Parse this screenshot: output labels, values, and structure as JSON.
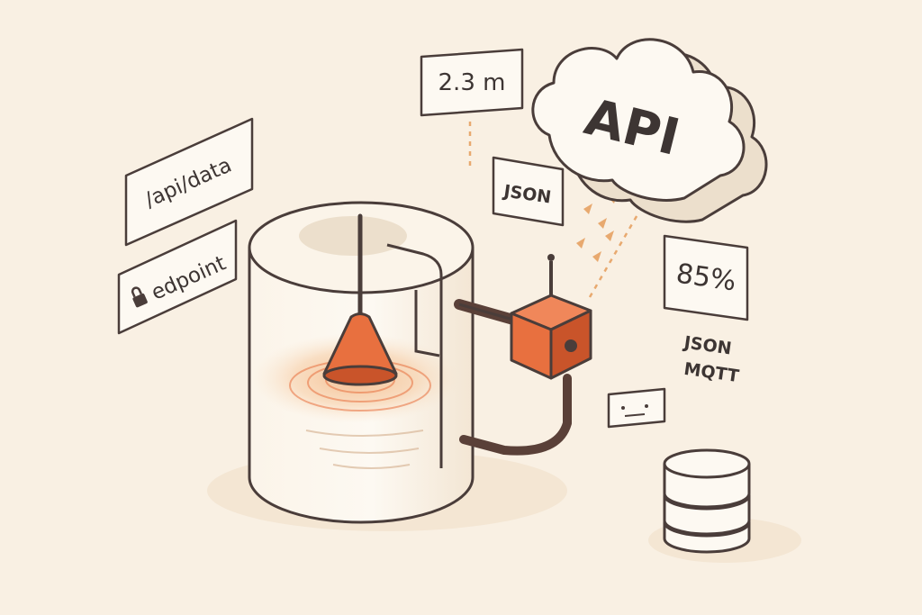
{
  "labels": {
    "distance": "2.3 m",
    "api_cloud": "API",
    "api_path": "/api/data",
    "endpoint": "edpoint",
    "json_tag": "JSON",
    "level_percent": "85%",
    "protocols": [
      "JSON",
      "MQTT"
    ]
  },
  "icons": {
    "lock": "lock-icon",
    "device_display": "status-display-icon",
    "database": "database-icon",
    "cloud": "cloud-icon",
    "sensor": "ultrasonic-sensor-icon"
  },
  "colors": {
    "background": "#f9f0e3",
    "outline": "#4a3d3a",
    "accent": "#e8703f",
    "accent_dark": "#c9542a",
    "panel": "#fdf9f2"
  }
}
